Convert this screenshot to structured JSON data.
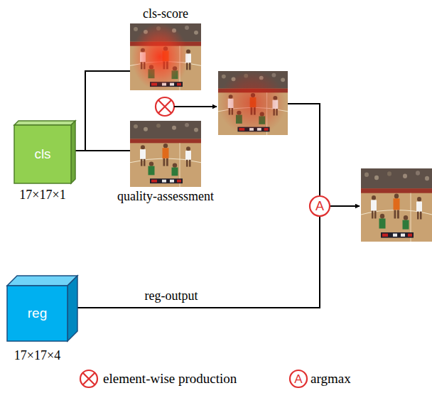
{
  "diagram": {
    "nodes": [
      {
        "text": [
          "cls",
          "17×17×1"
        ]
      },
      {
        "text": [
          "cls-score"
        ]
      },
      {
        "text": [
          "quality-assessment"
        ]
      },
      {
        "text": [
          "A"
        ]
      },
      {
        "text": [
          "reg",
          "17×17×4"
        ]
      }
    ],
    "edges": [
      {
        "from": 0,
        "to": 1,
        "arrow": "none"
      },
      {
        "from": 0,
        "to": 2,
        "arrow": "none"
      },
      {
        "from": 4,
        "to": 3,
        "label": "reg-output",
        "arrow": "none"
      }
    ],
    "labels": [
      "A"
    ],
    "legend": [
      {
        "text": "element-wise production"
      },
      {
        "text": "argmax"
      }
    ]
  }
}
